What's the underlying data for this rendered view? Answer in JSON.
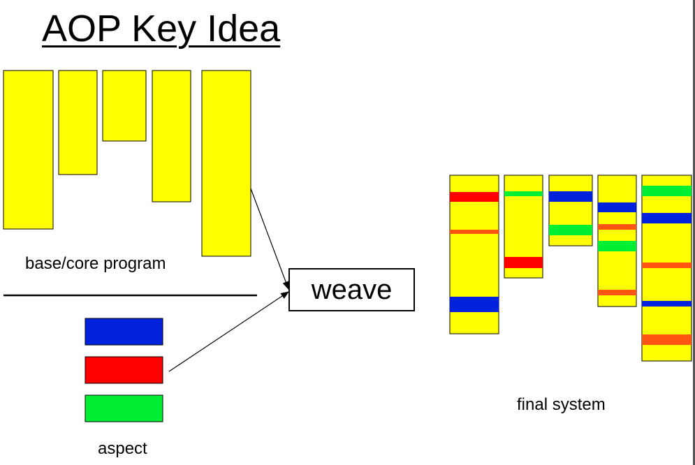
{
  "title": "AOP Key Idea",
  "labels": {
    "base": "base/core program",
    "aspect": "aspect",
    "weave": "weave",
    "final": "final system"
  },
  "colors": {
    "core": "#ffff00",
    "aspect_blue": "#0022dd",
    "aspect_red": "#ff0000",
    "aspect_green": "#00ee33",
    "tangled_orange": "#ff5511",
    "line": "#000000"
  }
}
